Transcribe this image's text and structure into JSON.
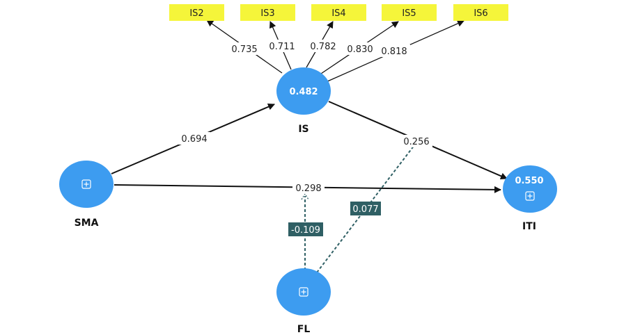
{
  "colors": {
    "node_fill": "#3d9cf0",
    "indicator_fill": "#f5f53a",
    "edge": "#111111",
    "moderator_edge": "#2f5f64",
    "moderator_box": "#2f5f64"
  },
  "nodes": {
    "is": {
      "label": "IS",
      "value": "0.482"
    },
    "sma": {
      "label": "SMA",
      "icon": "expand-icon"
    },
    "iti": {
      "label": "ITI",
      "value": "0.550",
      "icon": "expand-icon"
    },
    "fl": {
      "label": "FL",
      "icon": "expand-icon"
    }
  },
  "indicators": [
    {
      "label": "IS2",
      "loading": "0.735"
    },
    {
      "label": "IS3",
      "loading": "0.711"
    },
    {
      "label": "IS4",
      "loading": "0.782"
    },
    {
      "label": "IS5",
      "loading": "0.830"
    },
    {
      "label": "IS6",
      "loading": "0.818"
    }
  ],
  "paths": {
    "sma_is": "0.694",
    "is_iti": "0.256",
    "sma_iti": "0.298"
  },
  "moderators": {
    "fl_sma_iti": "-0.109",
    "fl_is_iti": "0.077"
  }
}
